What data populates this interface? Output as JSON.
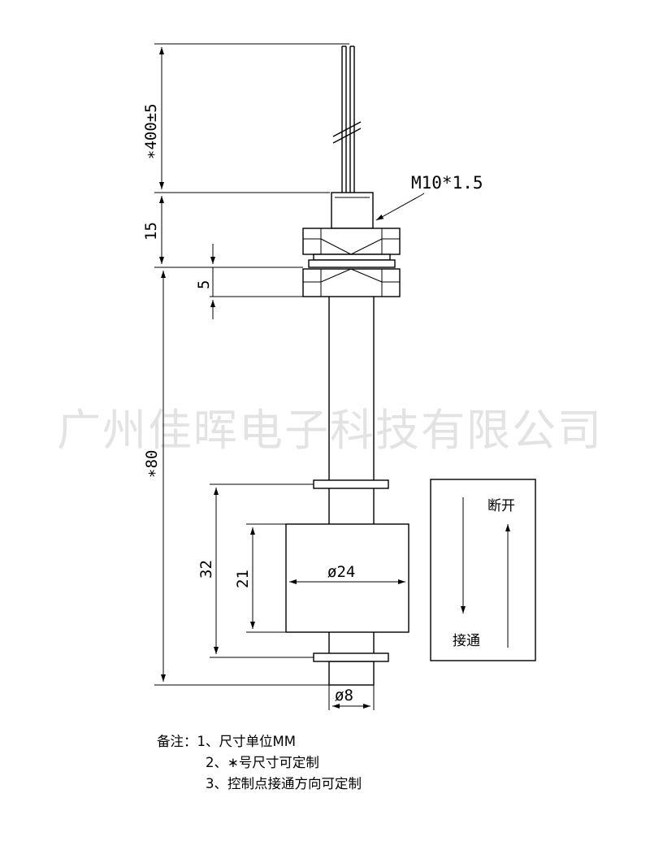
{
  "watermark": "广州佳晖电子科技有限公司",
  "dimensions": {
    "cable_length": "∗400±5",
    "thread_spec": "M10*1.5",
    "thread_length": "15",
    "nut_thickness": "5",
    "stem_length": "∗80",
    "float_travel": "32",
    "float_height": "21",
    "float_diameter": "ø24",
    "stem_diameter": "ø8"
  },
  "switch_legend": {
    "off_label": "断开",
    "on_label": "接通"
  },
  "notes": {
    "heading": "备注：",
    "items": [
      "1、尺寸单位MM",
      "2、∗号尺寸可定制",
      "3、控制点接通方向可定制"
    ]
  }
}
